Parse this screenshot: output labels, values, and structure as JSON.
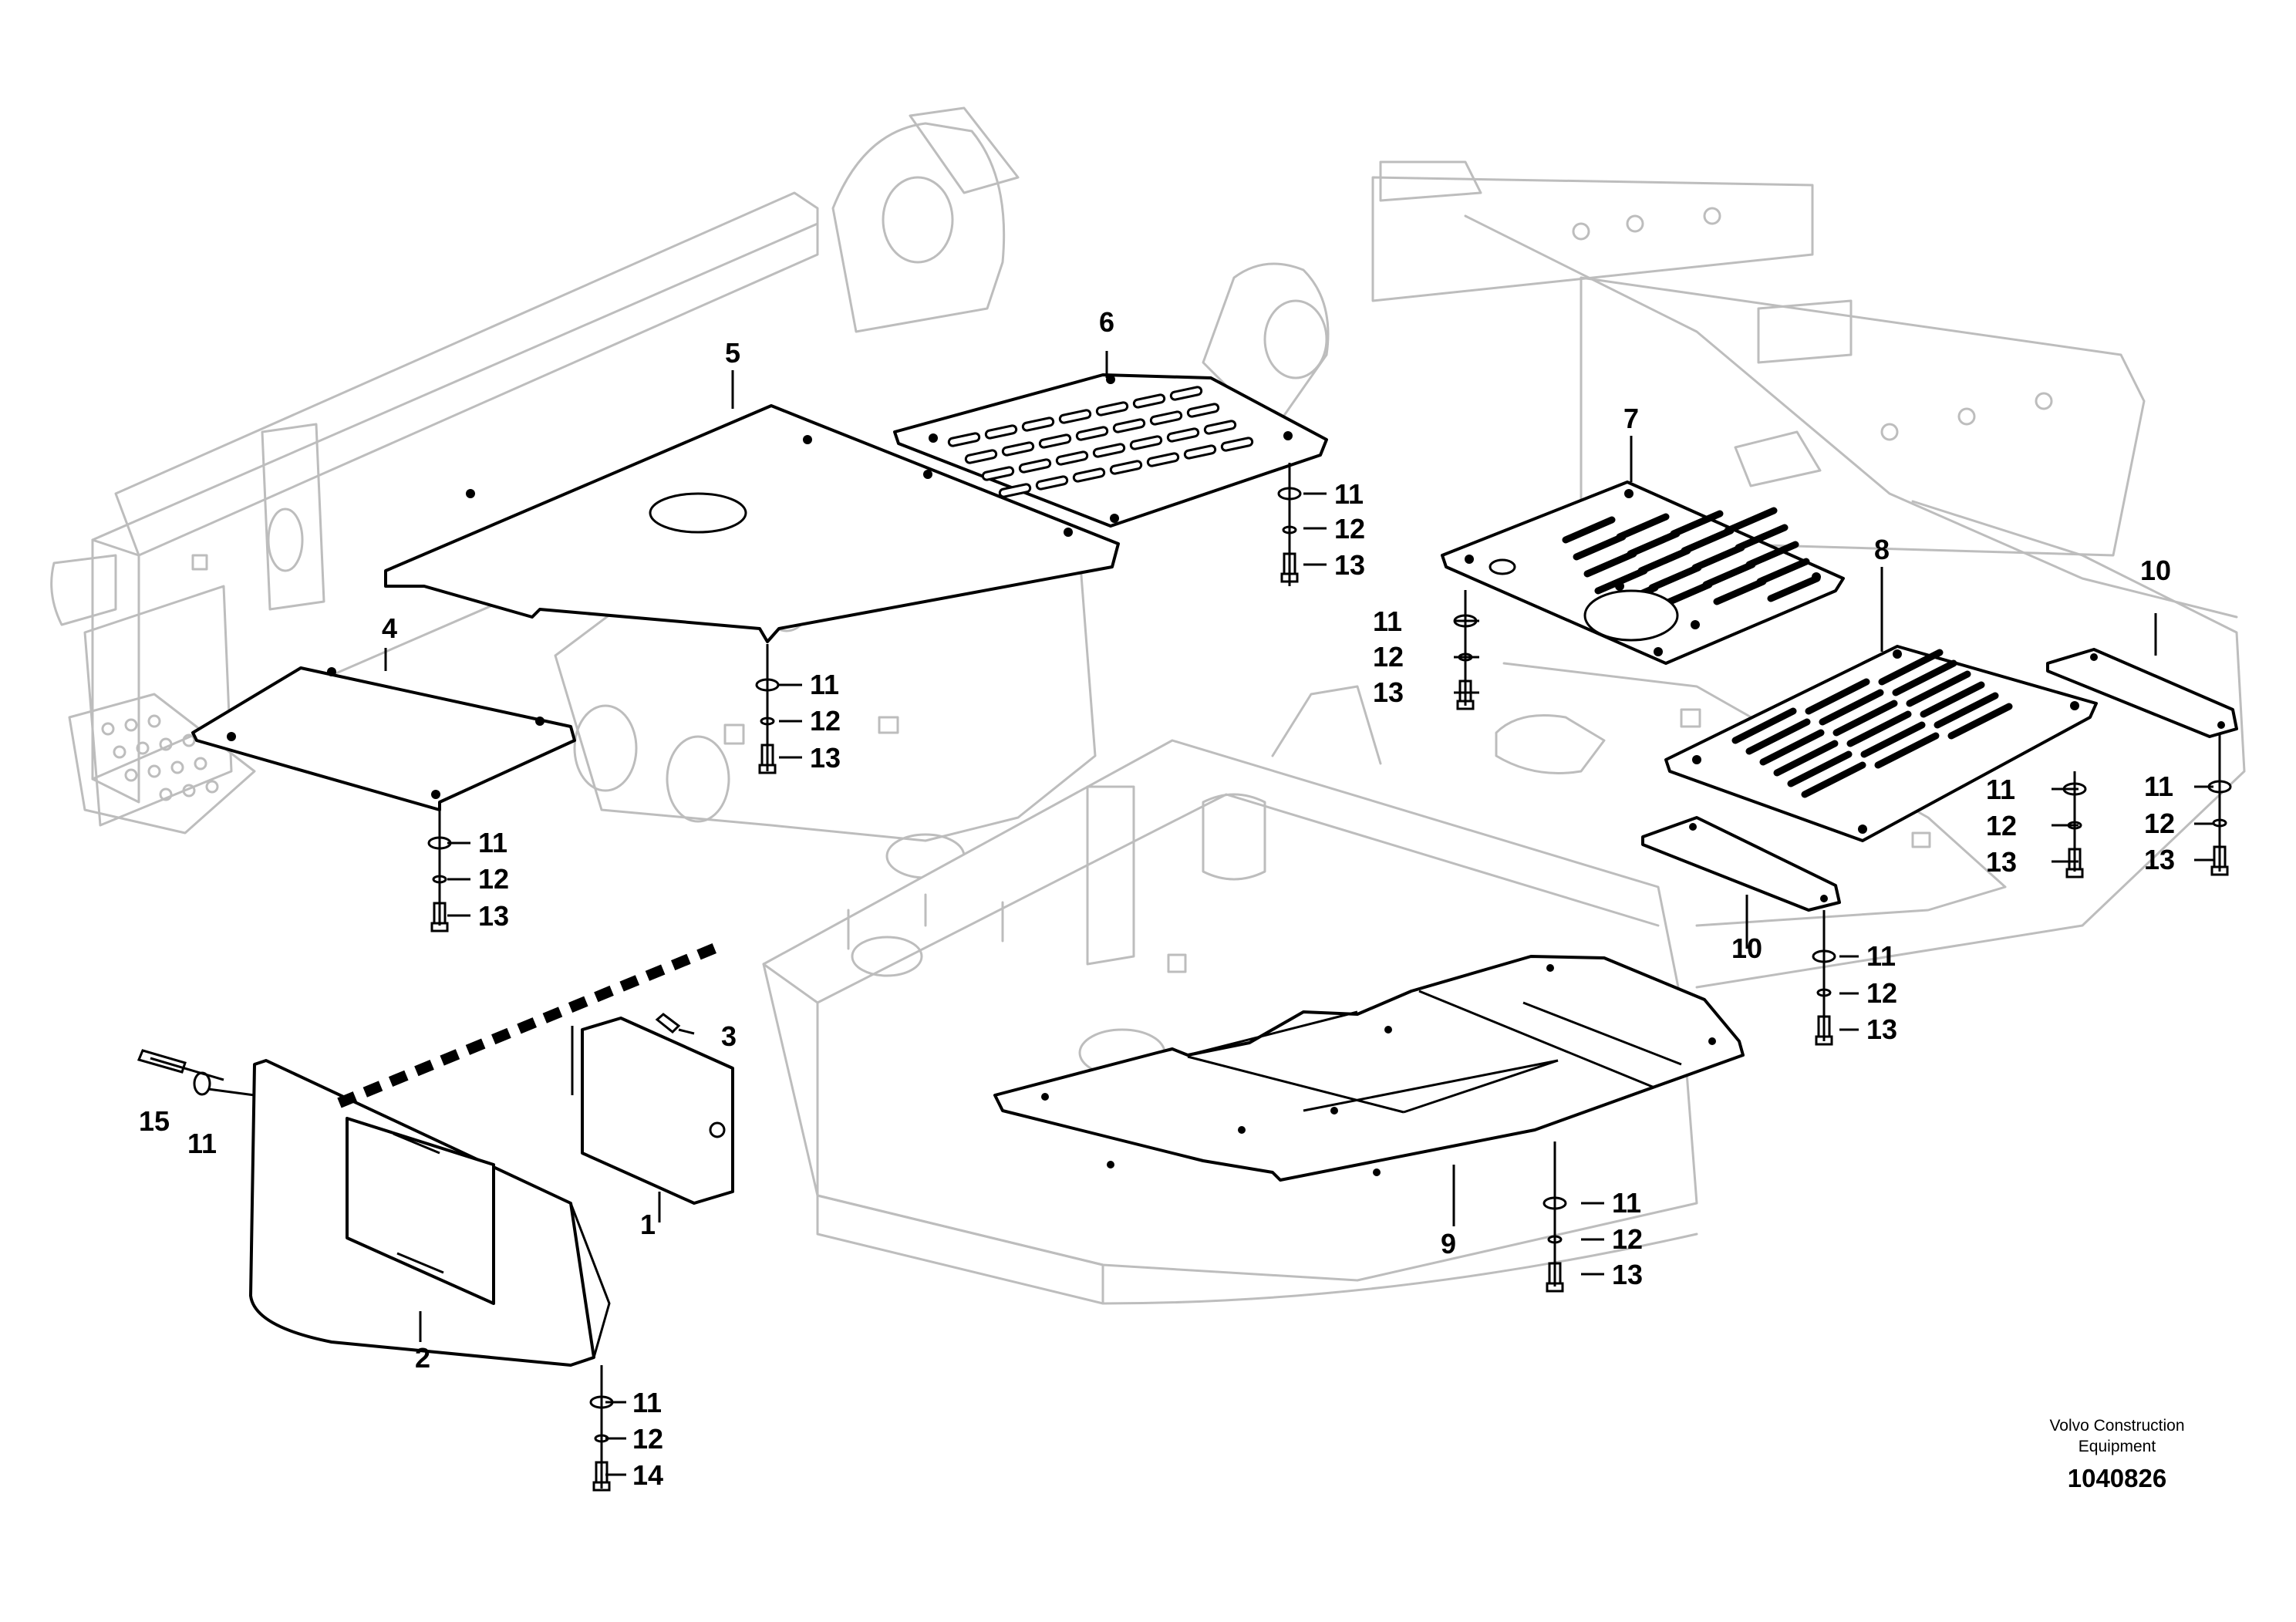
{
  "callouts": {
    "c1": "1",
    "c2": "2",
    "c3": "3",
    "c4": "4",
    "c5": "5",
    "c6": "6",
    "c7": "7",
    "c8": "8",
    "c9": "9",
    "c10": "10",
    "c11": "11",
    "c12": "12",
    "c13": "13",
    "c14": "14",
    "c15": "15"
  },
  "footer": {
    "company_line1": "Volvo Construction",
    "company_line2": "Equipment",
    "drawing_number": "1040826"
  }
}
